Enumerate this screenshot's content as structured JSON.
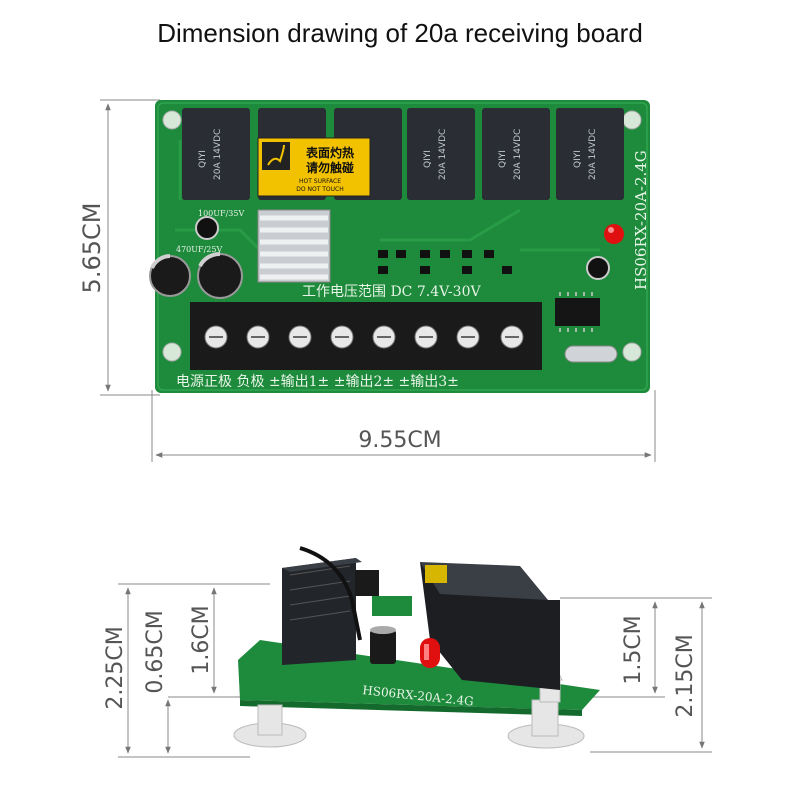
{
  "title": "Dimension drawing of 20a receiving board",
  "top_view": {
    "height_label": "5.65CM",
    "width_label": "9.55CM",
    "board_model": "HS06RX-20A-2.4G",
    "working_voltage": "工作电压范围 DC 7.4V-30V",
    "terminal_labels": "电源正极 负极 ±输出1± ±输出2± ±输出3±",
    "warning_cn_1": "表面灼热",
    "warning_cn_2": "请勿触碰",
    "warning_en_1": "HOT SURFACE",
    "warning_en_2": "DO NOT TOUCH",
    "relay_text_1": "QIYI",
    "relay_text_2": "20A 14VDC",
    "cap_label_1": "100UF/35V",
    "cap_label_2": "470UF/25V",
    "colors": {
      "pcb": "#1e8a3c",
      "relay": "#2a2d33",
      "terminal": "#1a1a1a",
      "warning": "#f2c200",
      "led": "#e01010",
      "dim_line": "#777777"
    }
  },
  "side_view": {
    "total_height_left": "2.25CM",
    "upper_height_left": "0.65CM",
    "mid_height_left": "1.6CM",
    "relay_height_right": "1.5CM",
    "total_height_right": "2.15CM",
    "board_model": "HS06RX-20A-2.4G"
  }
}
